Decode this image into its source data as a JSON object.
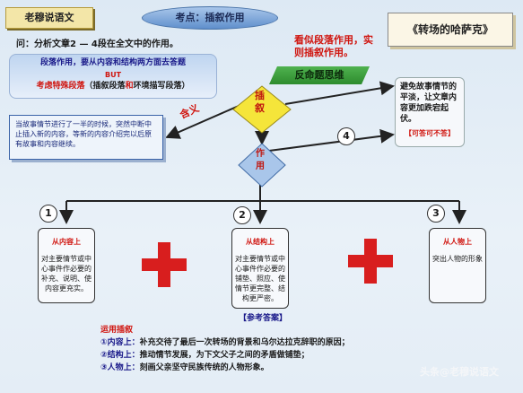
{
  "header": {
    "brand": "老穆说语文",
    "topic": "考点：插叙作用",
    "title": "《转场的哈萨克》"
  },
  "question": "问：分析文章2 — 4段在全文中的作用。",
  "red_note": "看似段落作用，实则插叙作用。",
  "function_box": {
    "line1": "段落作用，要从内容和结构两方面去答题",
    "line2": "BUT",
    "line3a": "考虑特殊段落",
    "line3b": "（插叙段落",
    "line3c": "和",
    "line3d": "环境描写段落）"
  },
  "banner": "反命题思维",
  "diamond_top": "插叙",
  "diamond_mid": "作用",
  "meaning_label": "含义",
  "note_left": "当故事情节进行了一半的时候，突然中断中止插入新的内容，等新的内容介绍完以后原有故事和内容继续。",
  "note_right": {
    "text": "避免故事情节的平淡，让文章内容更加跌宕起伏。",
    "sub": "【可答可不答】"
  },
  "nums": [
    "1",
    "2",
    "3",
    "4"
  ],
  "panels": [
    {
      "head": "从内容上",
      "body": "对主要情节或中心事件作必要的补充、说明、使内容更充实。"
    },
    {
      "head": "从结构上",
      "body": "对主要情节或中心事件作必要的铺垫、照应、使情节更完整、结构更严密。"
    },
    {
      "head": "从人物上",
      "body": "突出人物的形象"
    }
  ],
  "answer_title": "【参考答案】",
  "answers": {
    "head": "运用插叙",
    "items": [
      {
        "k": "①内容上：",
        "v": "补充交待了最后一次转场的背景和乌尔达拉克辞职的原因；"
      },
      {
        "k": "②结构上：",
        "v": "推动情节发展，为下文父子之间的矛盾做铺垫；"
      },
      {
        "k": "③人物上：",
        "v": "刻画父亲坚守民族传统的人物形象。"
      }
    ]
  },
  "watermark": "头条@老穆说语文"
}
